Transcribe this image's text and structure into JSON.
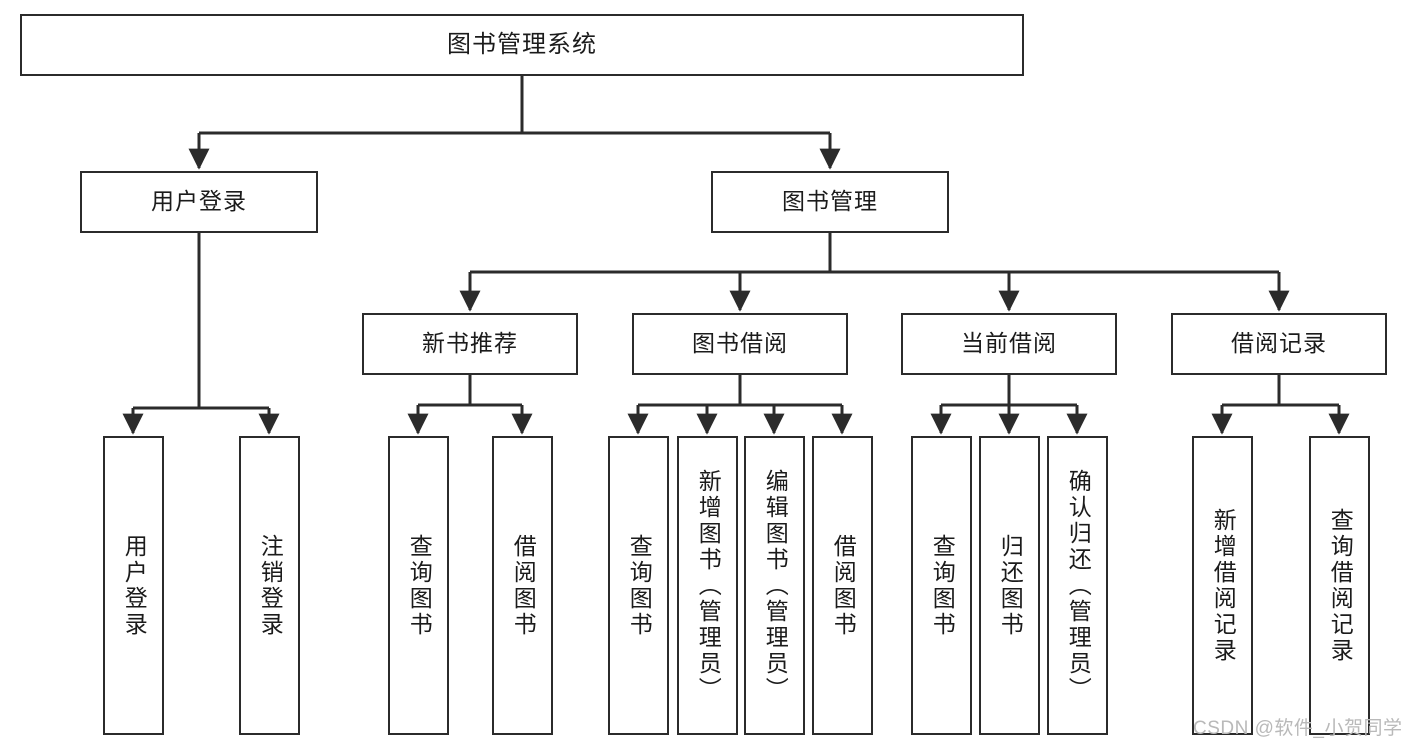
{
  "diagram": {
    "title": "图书管理系统",
    "type": "tree-hierarchy-functional-structure",
    "watermark": "CSDN @软件_小贺同学",
    "colors": {
      "box_border": "#2b2b2b",
      "box_fill": "#ffffff",
      "connector": "#2b2b2b",
      "text": "#1b1b1b",
      "watermark": "#b9b9b9",
      "background": "#ffffff"
    },
    "root": {
      "id": "root",
      "label": "图书管理系统"
    },
    "level2": [
      {
        "id": "user-login",
        "label": "用户登录"
      },
      {
        "id": "book-management",
        "label": "图书管理"
      }
    ],
    "level3": [
      {
        "id": "new-book-recommend",
        "label": "新书推荐"
      },
      {
        "id": "book-borrow",
        "label": "图书借阅"
      },
      {
        "id": "current-borrow",
        "label": "当前借阅"
      },
      {
        "id": "borrow-record",
        "label": "借阅记录"
      }
    ],
    "leaves": {
      "user-login": [
        {
          "id": "leaf-user-login",
          "label": "用户登录"
        },
        {
          "id": "leaf-logout-login",
          "label": "注销登录"
        }
      ],
      "new-book-recommend": [
        {
          "id": "leaf-query-book-1",
          "label": "查询图书"
        },
        {
          "id": "leaf-borrow-book-1",
          "label": "借阅图书"
        }
      ],
      "book-borrow": [
        {
          "id": "leaf-query-book-2",
          "label": "查询图书"
        },
        {
          "id": "leaf-add-book",
          "label": "新增图书（管理员）"
        },
        {
          "id": "leaf-edit-book",
          "label": "编辑图书（管理员）"
        },
        {
          "id": "leaf-borrow-book-2",
          "label": "借阅图书"
        }
      ],
      "current-borrow": [
        {
          "id": "leaf-query-book-3",
          "label": "查询图书"
        },
        {
          "id": "leaf-return-book",
          "label": "归还图书"
        },
        {
          "id": "leaf-confirm-return",
          "label": "确认归还（管理员）"
        }
      ],
      "borrow-record": [
        {
          "id": "leaf-add-record",
          "label": "新增借阅记录"
        },
        {
          "id": "leaf-query-record",
          "label": "查询借阅记录"
        }
      ]
    }
  }
}
